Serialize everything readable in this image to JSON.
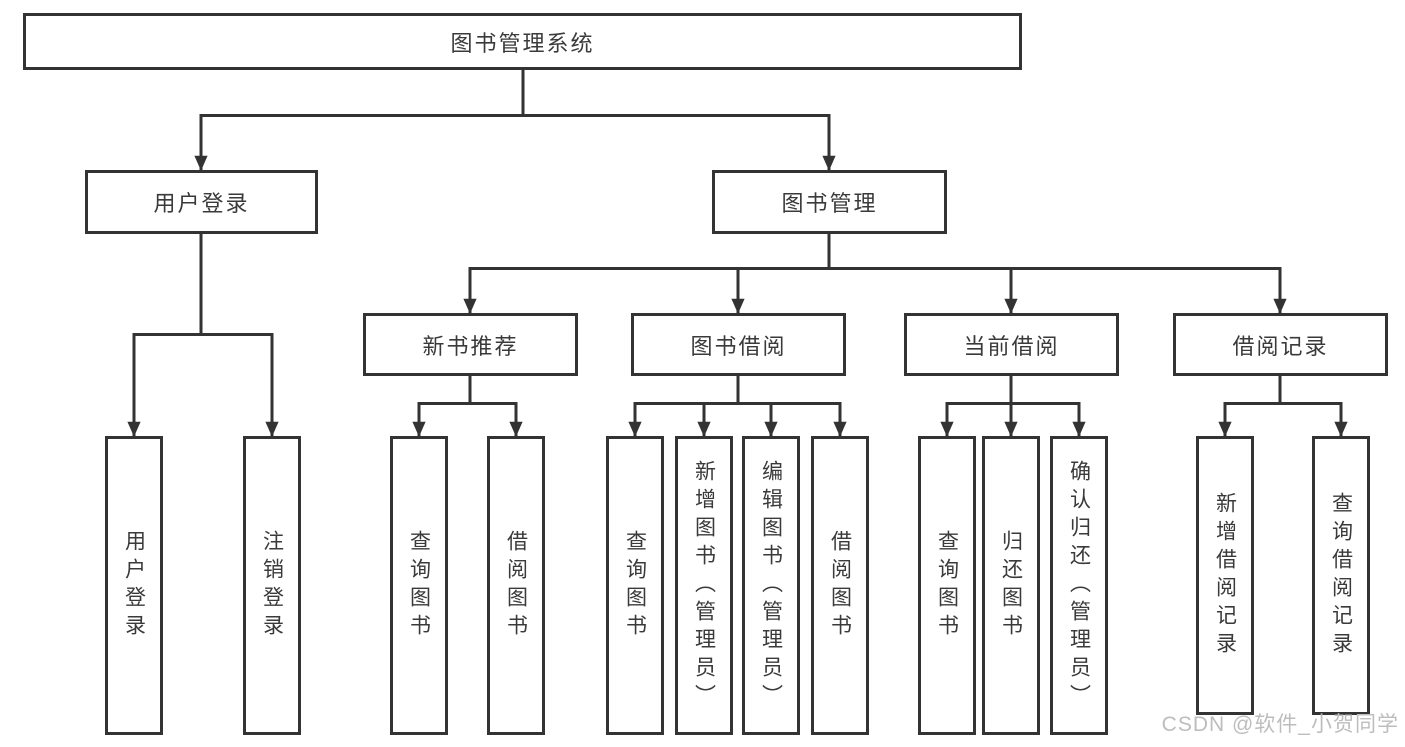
{
  "tree": {
    "label": "图书管理系统",
    "children": [
      {
        "label": "用户登录",
        "children": [
          {
            "label": "用户登录"
          },
          {
            "label": "注销登录"
          }
        ]
      },
      {
        "label": "图书管理",
        "children": [
          {
            "label": "新书推荐",
            "children": [
              {
                "label": "查询图书"
              },
              {
                "label": "借阅图书"
              }
            ]
          },
          {
            "label": "图书借阅",
            "children": [
              {
                "label": "查询图书"
              },
              {
                "label": "新增图书（管理员）"
              },
              {
                "label": "编辑图书（管理员）"
              },
              {
                "label": "借阅图书"
              }
            ]
          },
          {
            "label": "当前借阅",
            "children": [
              {
                "label": "查询图书"
              },
              {
                "label": "归还图书"
              },
              {
                "label": "确认归还（管理员）"
              }
            ]
          },
          {
            "label": "借阅记录",
            "children": [
              {
                "label": "新增借阅记录"
              },
              {
                "label": "查询借阅记录"
              }
            ]
          }
        ]
      }
    ]
  },
  "watermark": {
    "text": "CSDN @软件_小贺同学"
  },
  "colors": {
    "line": "#333333",
    "text": "#3a3a3a",
    "wm": "#bdbdbd",
    "bg": "#ffffff"
  }
}
